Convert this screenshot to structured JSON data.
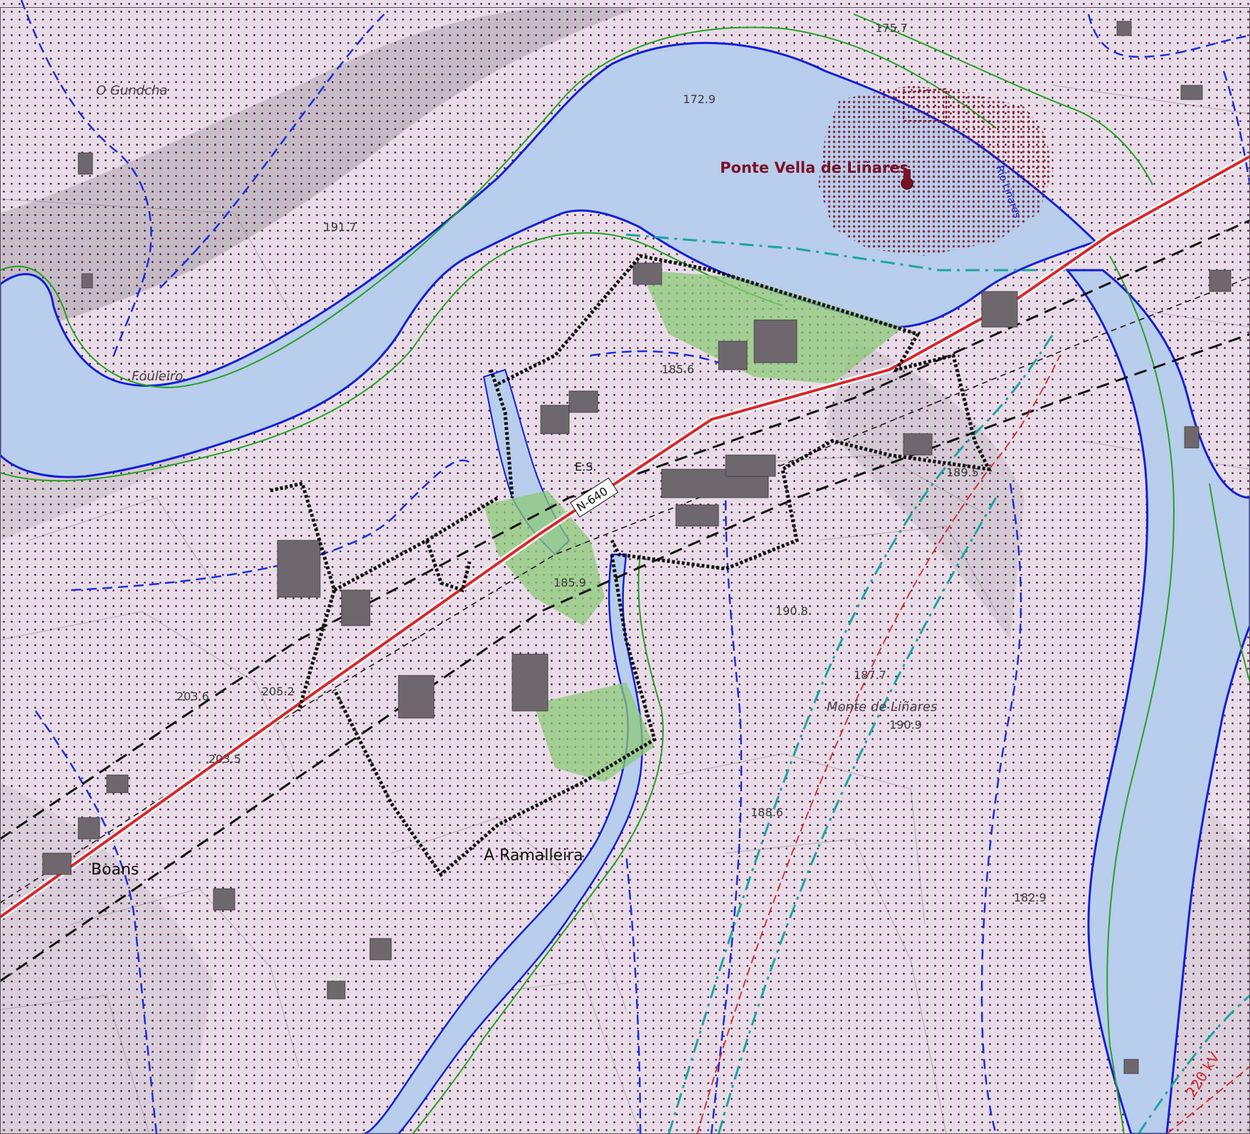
{
  "colors": {
    "background": "#e8dde6",
    "hill_shade": "#b9afb8",
    "dots": "#5a1458",
    "water_fill": "#b9cdec",
    "water_edge": "#1020d8",
    "green_line": "#28a028",
    "green_zone": "#8cc878",
    "road_red": "#d8282c",
    "boundary_black": "#111111",
    "building": "#6e686e",
    "heritage": "#7a1226",
    "cyan_line": "#1aa5a5",
    "blue_dash": "#1a2ee0"
  },
  "places": {
    "gundcha": "O Gundcha",
    "fouleiro": "Fouleiro",
    "boans": "Boans",
    "ramalleira": "A Ramalleira",
    "monte_linares": "Monte de Liñares",
    "ponte_vella": "Ponte Vella de Liñares",
    "river_name": "Río Liñares",
    "es": "E.S."
  },
  "road": {
    "label": "N-640"
  },
  "elevations": {
    "e1": "175.7",
    "e2": "172.9",
    "e3": "191.7",
    "e4": "185.6",
    "e5": "189.5",
    "e6": "185.9",
    "e7": "190.8",
    "e8": "203.6",
    "e9": "205.2",
    "e10": "187.7",
    "e11": "190.9",
    "e12": "188.6",
    "e13": "182.9",
    "e14": "203.5"
  },
  "powerline": {
    "label": "220 kV"
  },
  "icons": {
    "heritage": "monument-icon"
  }
}
